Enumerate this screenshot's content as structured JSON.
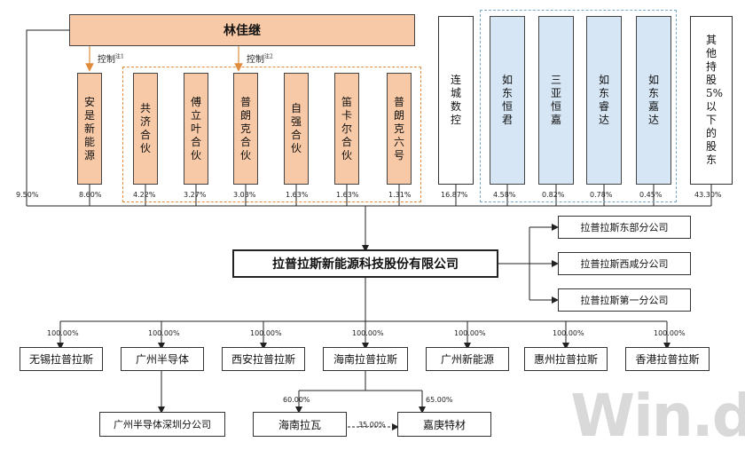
{
  "controller": "林佳继",
  "control_label": "控制",
  "note1": "注1",
  "note2": "注2",
  "shareholders": [
    {
      "name": "安是新能源",
      "pct": "8.60%"
    },
    {
      "name": "共济合伙",
      "pct": "4.22%"
    },
    {
      "name": "傅立叶合伙",
      "pct": "3.27%"
    },
    {
      "name": "普朗克合伙",
      "pct": "3.03%"
    },
    {
      "name": "自强合伙",
      "pct": "1.63%"
    },
    {
      "name": "笛卡尔合伙",
      "pct": "1.63%"
    },
    {
      "name": "普朗克六号",
      "pct": "1.31%"
    },
    {
      "name": "连城数控",
      "pct": "16.87%"
    },
    {
      "name": "如东恒君",
      "pct": "4.58%"
    },
    {
      "name": "三亚恒嘉",
      "pct": "0.82%"
    },
    {
      "name": "如东睿达",
      "pct": "0.78%"
    },
    {
      "name": "如东嘉达",
      "pct": "0.45%"
    },
    {
      "name": "其他持股5%以下的股东",
      "pct": "43.30%"
    }
  ],
  "controller_pct": "9.50%",
  "company": "拉普拉斯新能源科技股份有限公司",
  "branches": [
    "拉普拉斯东部分公司",
    "拉普拉斯西咸分公司",
    "拉普拉斯第一分公司"
  ],
  "subsidiaries": [
    {
      "name": "无锡拉普拉斯",
      "pct": "100.00%"
    },
    {
      "name": "广州半导体",
      "pct": "100.00%"
    },
    {
      "name": "西安拉普拉斯",
      "pct": "100.00%"
    },
    {
      "name": "海南拉普拉斯",
      "pct": "100.00%"
    },
    {
      "name": "广州新能源",
      "pct": "100.00%"
    },
    {
      "name": "惠州拉普拉斯",
      "pct": "100.00%"
    },
    {
      "name": "香港拉普拉斯",
      "pct": "100.00%"
    }
  ],
  "gz_branch": "广州半导体深圳分公司",
  "hainan_children": [
    {
      "name": "海南拉瓦",
      "pct": "60.00%"
    },
    {
      "name": "嘉庚特材",
      "pct": "65.00%"
    }
  ],
  "lawa_to_jiageng_pct": "35.00%",
  "watermark": "Win.d"
}
